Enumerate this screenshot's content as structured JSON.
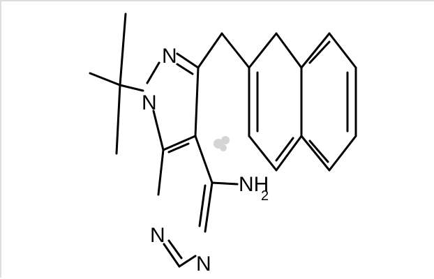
{
  "structure": {
    "atoms": {
      "n_pyrazole_2": "N",
      "n_pyrazole_1": "N",
      "n_pyrimidine_5": "N",
      "n_pyrimidine_7": "N",
      "amine_n": "NH",
      "amine_subscript": "2"
    }
  },
  "colors": {
    "bond": "#000000",
    "background": "#ffffff",
    "border": "#dcdcdc",
    "watermark": "#d4d4d4"
  }
}
